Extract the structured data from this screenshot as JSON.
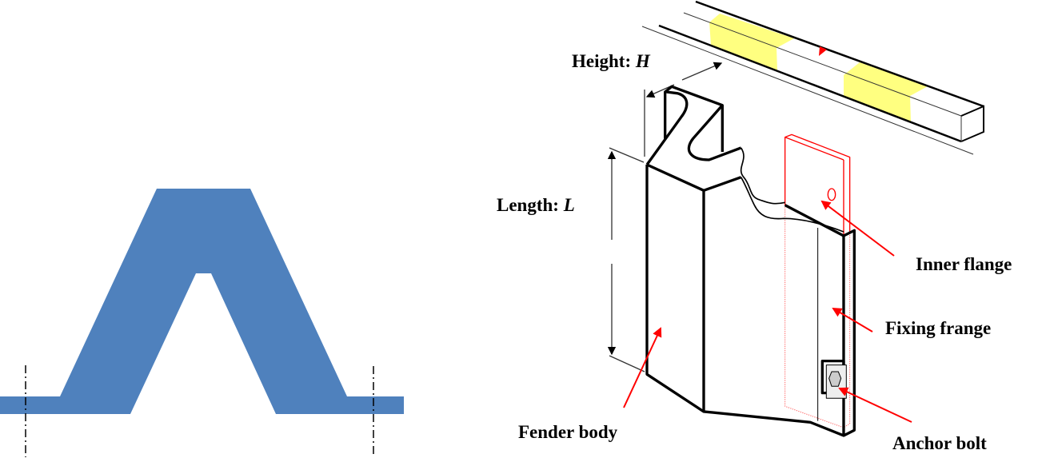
{
  "labels": {
    "height": "Height: ",
    "height_symbol": "H",
    "length": "Length: ",
    "length_symbol": "L",
    "inner_flange": "Inner flange",
    "fixing_flange": "Fixing frange",
    "fender_body": "Fender body",
    "anchor_bolt": "Anchor bolt"
  },
  "colors": {
    "profile": "#4f81bd",
    "highlight": "#ffff80",
    "annotation": "#ff0000",
    "line": "#000000"
  }
}
